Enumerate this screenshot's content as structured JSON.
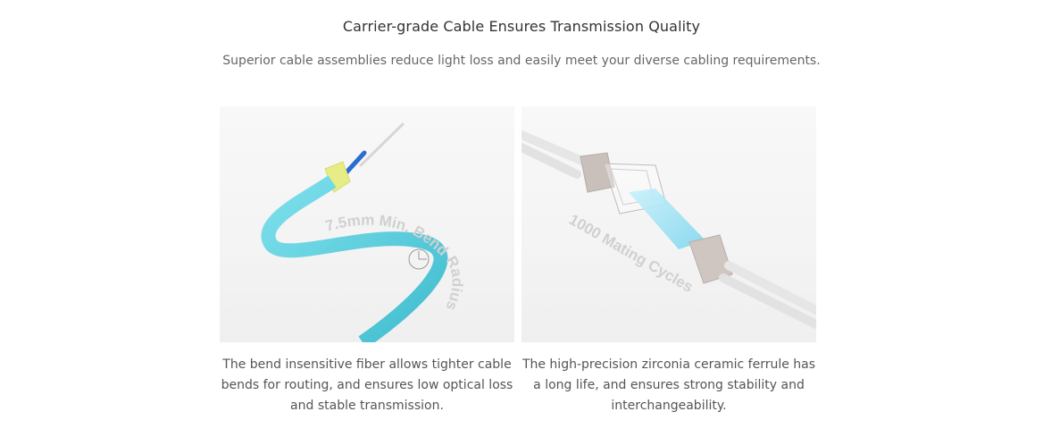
{
  "section": {
    "title": "Carrier-grade Cable Ensures Transmission Quality",
    "subtitle": "Superior cable assemblies reduce light loss and easily meet your diverse cabling requirements."
  },
  "cards": [
    {
      "image_overlay_text": "7.5mm Min. Bend Radius",
      "caption": "The bend insensitive fiber allows tighter cable bends for routing, and ensures low optical loss and stable transmission."
    },
    {
      "image_overlay_text": "1000 Mating Cycles",
      "caption": "The high-precision zirconia ceramic ferrule has a long life, and ensures strong stability and interchangeability."
    }
  ],
  "colors": {
    "cable_aqua": "#4cc9d8",
    "aramid_yellow": "#e8ec86",
    "fiber_blue": "#2a6ccf",
    "ferrule_grey": "#c9bfbb",
    "jacket_white": "#e6e6e6",
    "light_beam": "#a8e6f5"
  }
}
